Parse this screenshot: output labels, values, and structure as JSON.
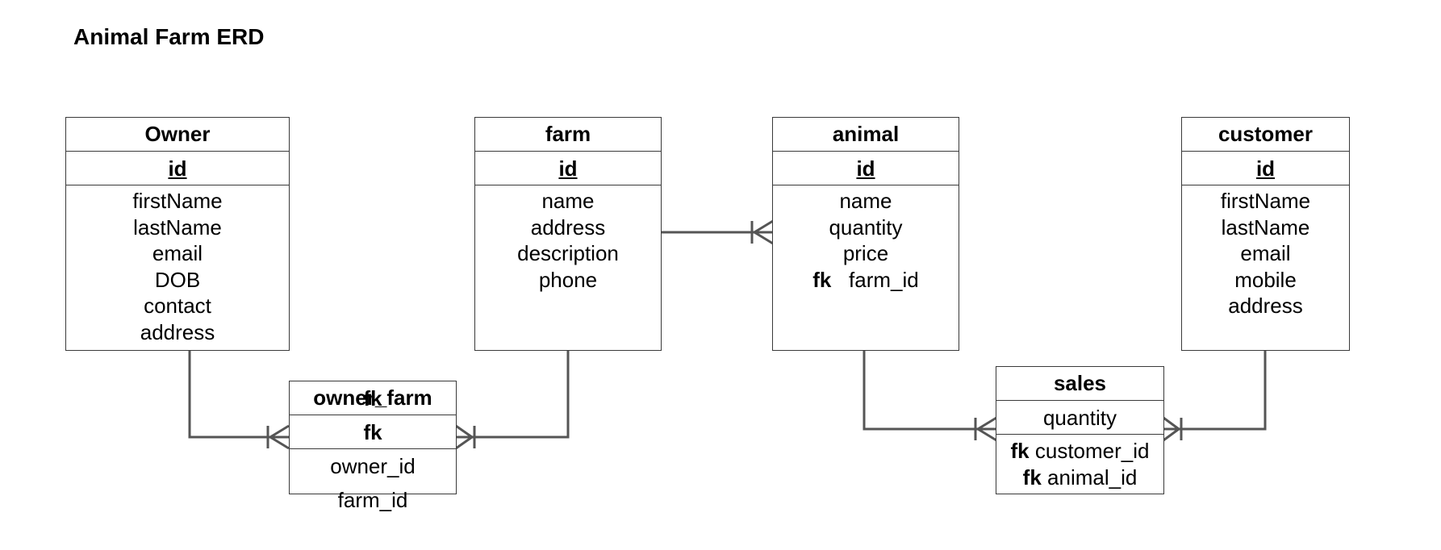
{
  "diagram": {
    "title": "Animal Farm ERD"
  },
  "entities": {
    "owner": {
      "name": "Owner",
      "pk": "id",
      "attributes": [
        "firstName",
        "lastName",
        "email",
        "DOB",
        "contact",
        "address"
      ]
    },
    "farm": {
      "name": "farm",
      "pk": "id",
      "attributes": [
        "name",
        "address",
        "description",
        "phone"
      ]
    },
    "animal": {
      "name": "animal",
      "pk": "id",
      "attributes": [
        "name",
        "quantity",
        "price"
      ],
      "fk_label": "fk",
      "fk_attribute": "farm_id"
    },
    "customer": {
      "name": "customer",
      "pk": "id",
      "attributes": [
        "firstName",
        "lastName",
        "email",
        "mobile",
        "address"
      ]
    },
    "owner_farm": {
      "name": "owner_farm",
      "fk_label": "fk",
      "fk_owner": "owner_id",
      "fk_farm": "farm_id"
    },
    "sales": {
      "name": "sales",
      "attribute": "quantity",
      "fk_label": "fk",
      "fk_customer": "customer_id",
      "fk_animal": "animal_id"
    }
  },
  "relationships": [
    {
      "from": "Owner",
      "to": "owner_farm",
      "to_end": "many"
    },
    {
      "from": "farm",
      "to": "owner_farm",
      "to_end": "many"
    },
    {
      "from": "farm",
      "to": "animal",
      "to_end": "many"
    },
    {
      "from": "animal",
      "to": "sales",
      "to_end": "many"
    },
    {
      "from": "customer",
      "to": "sales",
      "to_end": "many"
    }
  ],
  "colors": {
    "border": "#3a3a3a",
    "connector": "#555555",
    "text": "#000000"
  }
}
